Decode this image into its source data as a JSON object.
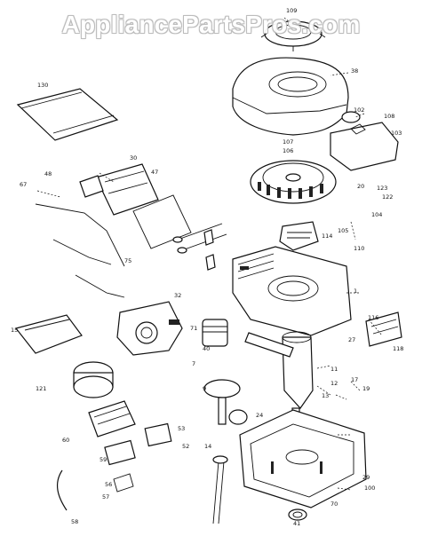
{
  "watermark": "AppliancePartsPros.com",
  "callouts": {
    "c130": "130",
    "c109": "109",
    "c38": "38",
    "c102": "102",
    "c108": "108",
    "c103": "103",
    "c107": "107",
    "c106": "106",
    "c30": "30",
    "c47": "47",
    "c48": "48",
    "c67": "67",
    "c123": "123",
    "c122": "122",
    "c20": "20",
    "c114": "114",
    "c105": "105",
    "c104": "104",
    "c75": "75",
    "c110": "110",
    "c1": "1",
    "c40": "40",
    "c116": "116",
    "c118": "118",
    "c27": "27",
    "c11": "11",
    "c13": "13",
    "c12": "12",
    "c17": "17",
    "c24": "24",
    "c19": "19",
    "c70": "70",
    "c7": "7",
    "c9": "9",
    "c53": "53",
    "c52": "52",
    "c56": "56",
    "c57": "57",
    "c58": "58",
    "c59": "59",
    "c60": "60",
    "c29": "29",
    "c121": "121",
    "c100": "100",
    "c32": "32",
    "c71": "71",
    "c15": "15",
    "c14": "14",
    "c41": "41"
  }
}
